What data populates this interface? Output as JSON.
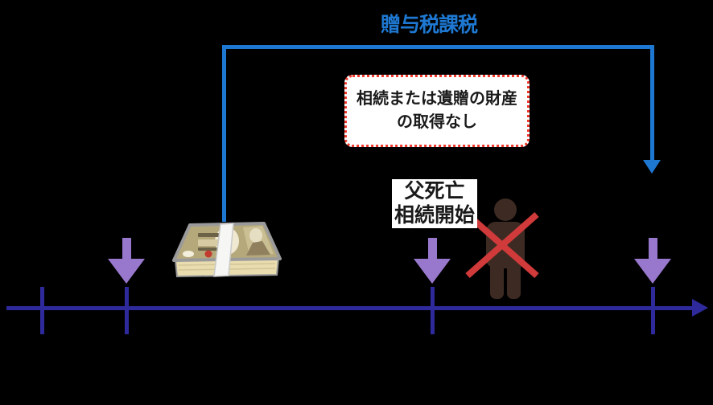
{
  "colors": {
    "background": "#000000",
    "bracket-blue": "#1e78d2",
    "timeline-indigo": "#2e2a9c",
    "arrow-purple": "#9878cd",
    "box-border-red": "#f0372b",
    "box-bg": "#ffffff",
    "cross-red": "#d03a3a",
    "person-brown": "#3d2b23",
    "text-black": "#1a1a1a"
  },
  "labels": {
    "gift_tax": "贈与税課税",
    "no_acquisition_line1": "相続または遺贈の財産",
    "no_acquisition_line2": "の取得なし",
    "death_line1": "父死亡",
    "death_line2": "相続開始"
  },
  "icons": {
    "money": "money-stack-icon",
    "person": "person-icon",
    "cross": "red-cross-icon",
    "down_arrow": "down-arrow-icon",
    "timeline_arrowhead": "timeline-arrowhead-icon"
  }
}
